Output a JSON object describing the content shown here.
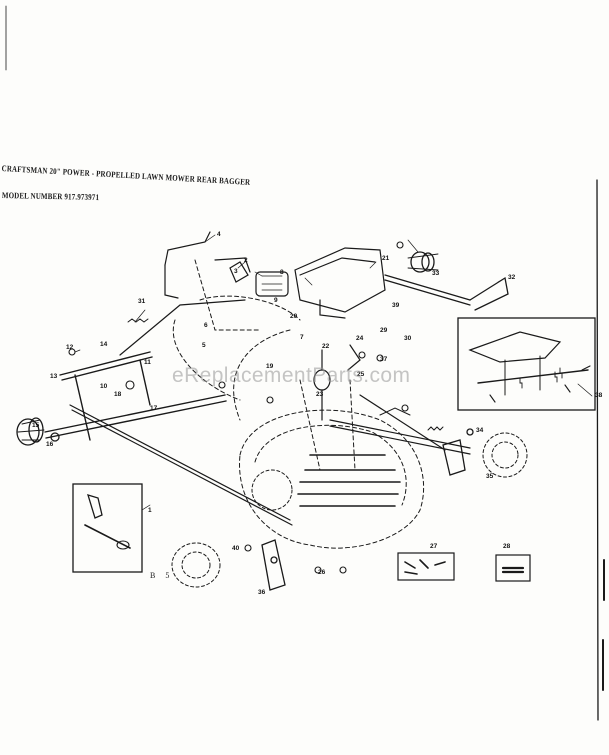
{
  "header": {
    "title": "CRAFTSMAN 20\" POWER - PROPELLED LAWN MOWER REAR BAGGER",
    "model": "MODEL NUMBER 917.973971"
  },
  "watermark": "eReplacementParts.com",
  "page_code": "B 5",
  "callouts": [
    "1",
    "2",
    "3",
    "4",
    "5",
    "6",
    "7",
    "8",
    "9",
    "10",
    "11",
    "12",
    "13",
    "14",
    "15",
    "16",
    "17",
    "18",
    "19",
    "20",
    "21",
    "22",
    "23",
    "24",
    "25",
    "26",
    "27",
    "28",
    "29",
    "30",
    "31",
    "32",
    "33",
    "34",
    "35",
    "36",
    "37",
    "38",
    "39",
    "40"
  ],
  "colors": {
    "ink": "#1a1a1a",
    "paper": "#fdfdfb",
    "watermark": "#969696"
  }
}
